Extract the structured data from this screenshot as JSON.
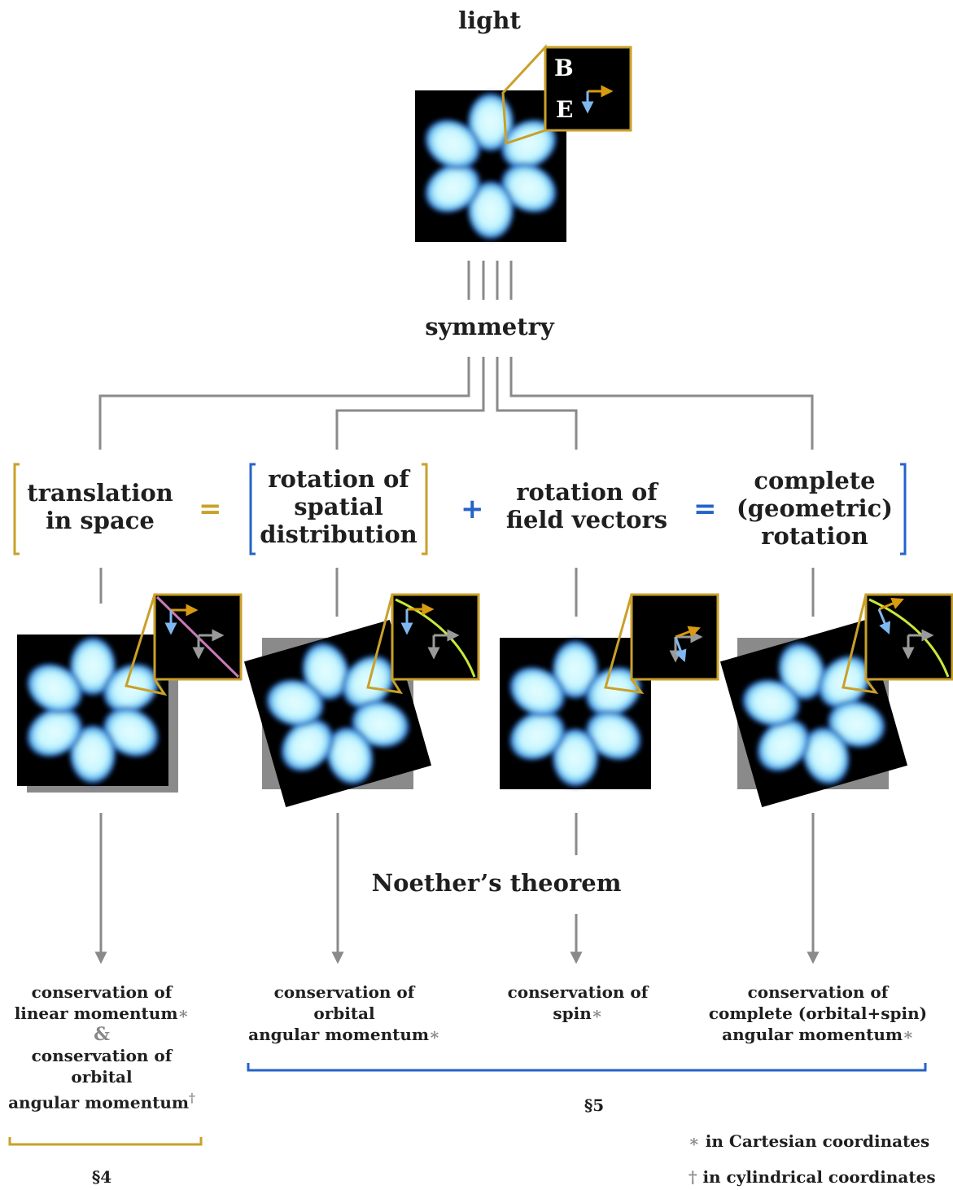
{
  "title": "light",
  "symmetry_label": "symmetry",
  "inset_labels": {
    "b": "B",
    "e": "E"
  },
  "columns": [
    {
      "label": "translation\nin space",
      "result_lines": [
        "conservation of",
        "linear momentum"
      ],
      "and_sign": "&",
      "result2_lines": [
        "conservation of",
        "orbital",
        "angular momentum"
      ]
    },
    {
      "label": "rotation of\nspatial\ndistribution",
      "result_lines": [
        "conservation of",
        "orbital",
        "angular momentum"
      ]
    },
    {
      "label": "rotation of\nfield vectors",
      "result_lines": [
        "conservation of",
        "spin"
      ]
    },
    {
      "label": "complete\n(geometric)\nrotation",
      "result_lines": [
        "conservation of",
        "complete (orbital+spin)",
        "angular momentum"
      ]
    }
  ],
  "operators": [
    "=",
    "+",
    "="
  ],
  "noether_label": "Noether’s theorem",
  "section_left": "§4",
  "section_right": "§5",
  "footnotes": [
    {
      "symbol": "∗",
      "text": "in Cartesian coordinates"
    },
    {
      "symbol": "†",
      "text": "in cylindrical coordinates"
    }
  ],
  "colors": {
    "gold": "#c9a02a",
    "blue": "#2563c8",
    "gray": "#8a8a8a",
    "glow": "#ccf8ff",
    "pink": "#c97ab8",
    "lime": "#c8e83a"
  }
}
